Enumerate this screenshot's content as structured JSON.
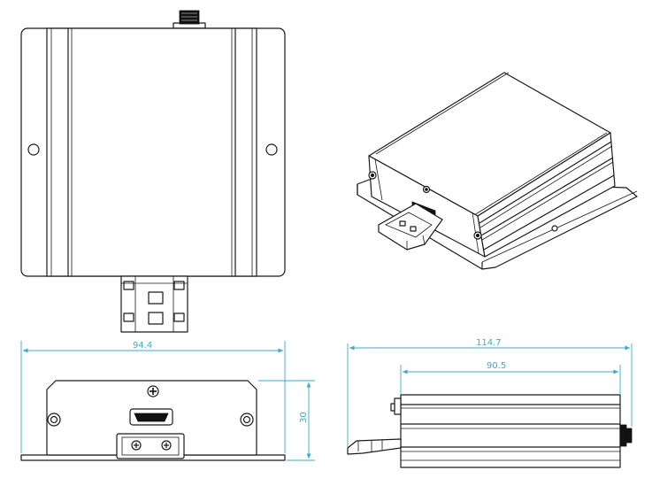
{
  "dimensions": {
    "front_width": "94.4",
    "front_height": "30",
    "side_total_length": "114.7",
    "side_body_length": "90.5"
  },
  "colors": {
    "line": "#1a1a1a",
    "dimension": "#3fa9c9",
    "background": "#ffffff"
  }
}
